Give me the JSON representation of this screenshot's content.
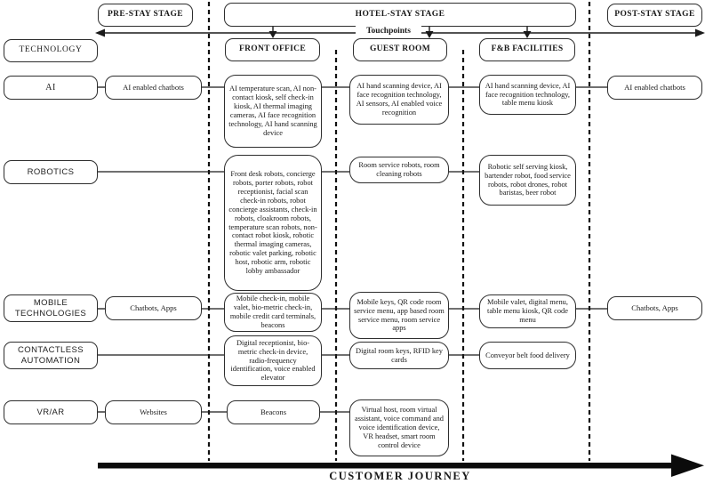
{
  "diagram_title_implicit": "Hotel technology touchpoints across the customer journey",
  "stages": {
    "prestay": "PRE-STAY STAGE",
    "hotelstay": "HOTEL-STAY STAGE",
    "poststay": "POST-STAY STAGE"
  },
  "touchpoints_label": "Touchpoints",
  "technology_label": "TECHNOLOGY",
  "columns": {
    "front_office": "FRONT OFFICE",
    "guest_room": "GUEST ROOM",
    "fb_facilities": "F&B FACILITIES"
  },
  "rows": {
    "ai": {
      "label": "AI",
      "prestay": "AI enabled chatbots",
      "front_office": "AI temperature scan, AI non-contact kiosk, self check-in kiosk, AI thermal imaging cameras, AI face recognition technology, AI hand scanning device",
      "guest_room": "AI hand scanning device, AI face recognition technology, AI sensors, AI enabled voice recognition",
      "fb": "AI hand scanning device, AI face recognition technology, table menu kiosk",
      "poststay": "AI enabled chatbots"
    },
    "robotics": {
      "label": "ROBOTICS",
      "front_office": "Front desk robots, concierge robots, porter robots, robot receptionist, facial scan check-in robots, robot concierge assistants, check-in robots, cloakroom robots, temperature scan robots, non-contact robot kiosk, robotic thermal imaging cameras, robotic valet parking, robotic host, robotic arm, robotic lobby ambassador",
      "guest_room": "Room service robots, room cleaning robots",
      "fb": "Robotic self serving kiosk, bartender robot, food service robots, robot drones, robot baristas, beer robot"
    },
    "mobile": {
      "label": "MOBILE TECHNOLOGIES",
      "prestay": "Chatbots, Apps",
      "front_office": "Mobile check-in, mobile valet, bio-metric check-in, mobile credit card terminals, beacons",
      "guest_room": "Mobile keys, QR code room service menu, app based room service menu, room service apps",
      "fb": "Mobile valet, digital menu, table menu kiosk, QR code menu",
      "poststay": "Chatbots, Apps"
    },
    "contactless": {
      "label": "CONTACTLESS AUTOMATION",
      "front_office": "Digital receptionist, bio-metric check-in device, radio-frequency identification, voice enabled elevator",
      "guest_room": "Digital room keys, RFID key cards",
      "fb": "Conveyor belt food delivery"
    },
    "vrar": {
      "label": "VR/AR",
      "prestay": "Websites",
      "front_office": "Beacons",
      "guest_room": "Virtual host, room virtual assistant, voice command and voice identification device, VR headset, smart room control device"
    }
  },
  "customer_journey_label": "CUSTOMER JOURNEY",
  "colors": {
    "line": "#1a1a1a",
    "border": "#2e2e2e",
    "background": "#ffffff",
    "text": "#1a1a1a"
  }
}
